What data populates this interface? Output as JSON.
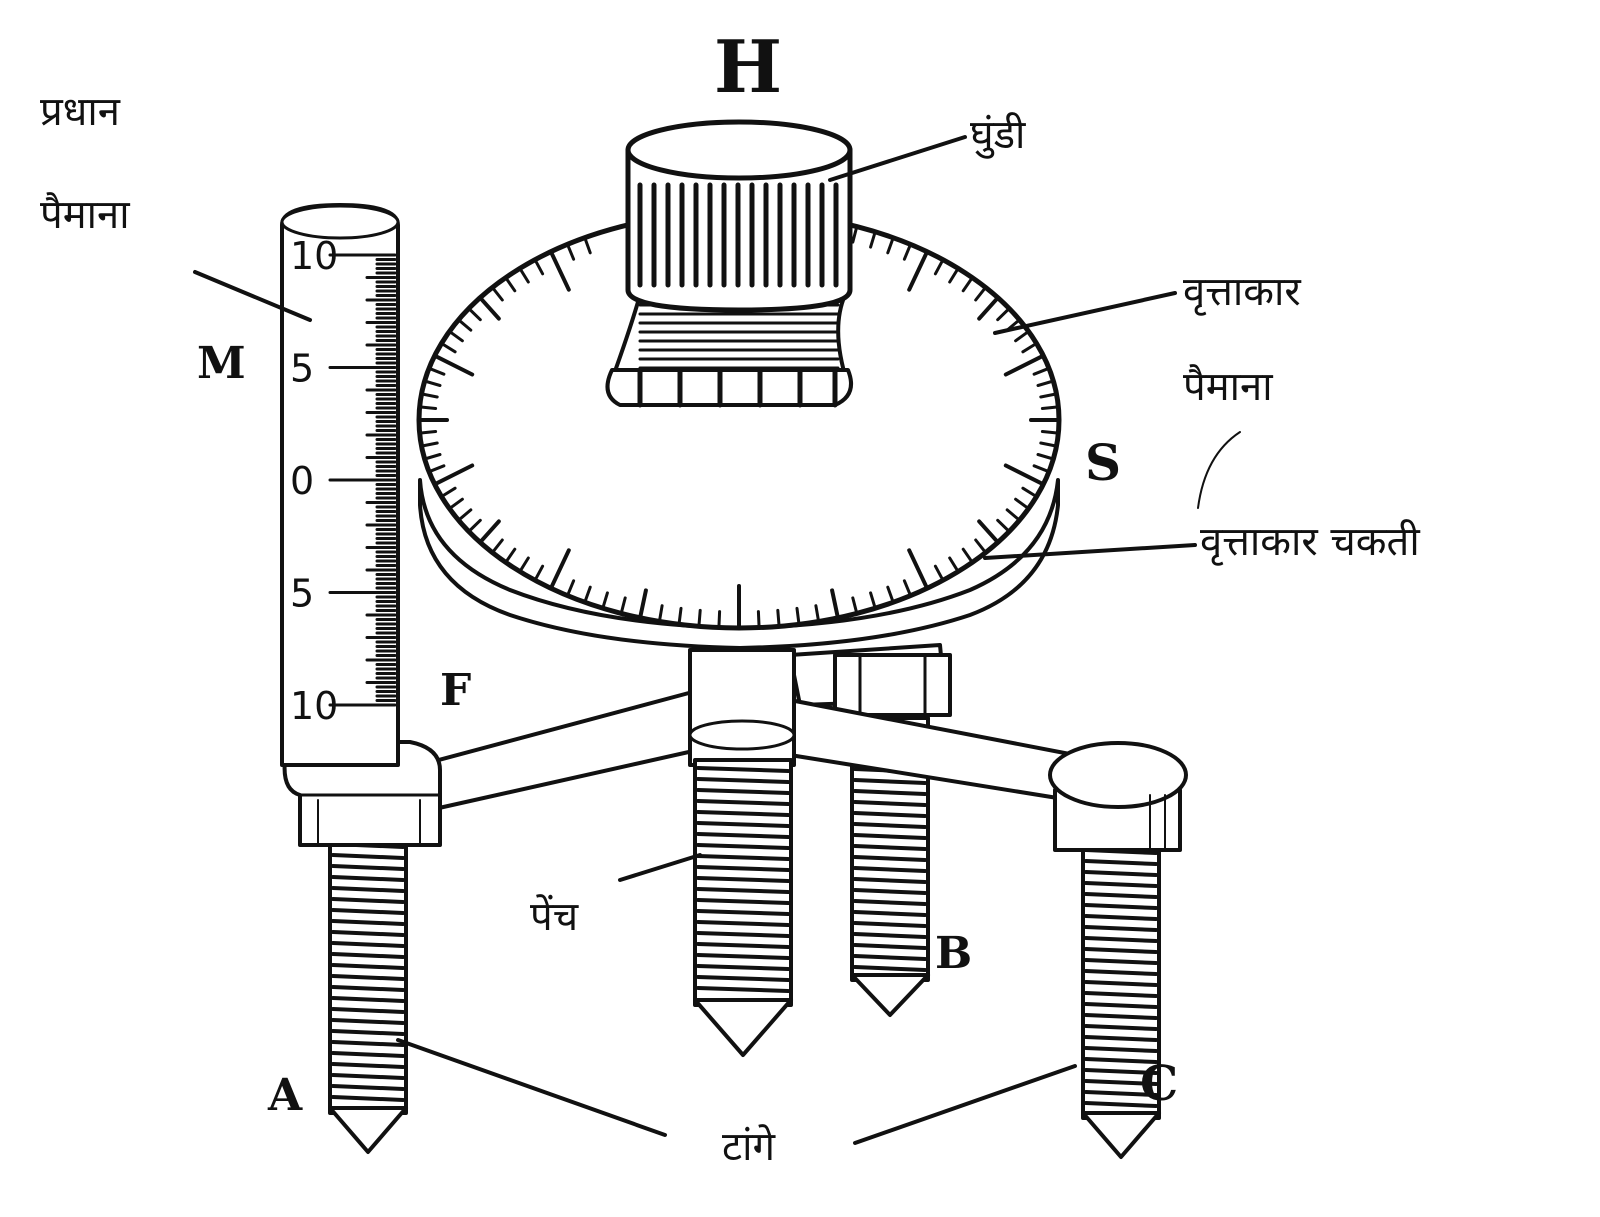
{
  "labels": {
    "H": "H",
    "M": "M",
    "S": "S",
    "F": "F",
    "A": "A",
    "B": "B",
    "C": "C",
    "main_scale_line1": "प्रधान",
    "main_scale_line2": "पैमाना",
    "knob": "घुंडी",
    "circular_scale_line1": "वृत्ताकार",
    "circular_scale_line2": "पैमाना",
    "circular_disc": "वृत्ताकार चकती",
    "screw": "पेंच",
    "legs": "टांगे"
  },
  "main_scale_ticks": [
    "10",
    "5",
    "0",
    "5",
    "10"
  ]
}
